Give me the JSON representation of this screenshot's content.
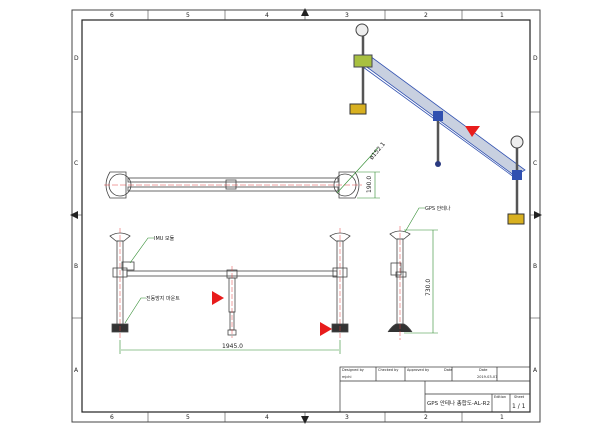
{
  "border": {
    "columns": [
      "6",
      "5",
      "4",
      "3",
      "2",
      "1"
    ],
    "rows": [
      "D",
      "C",
      "B",
      "A"
    ]
  },
  "annotations": {
    "imu": "IMU 모듈",
    "mount": "진동방지 마운트",
    "gps": "GPS 안테나",
    "diameter": "ø152.1",
    "width_dim": "190.0",
    "height_dim": "730.0",
    "length_dim": "1945.0"
  },
  "title_block": {
    "designed_by_label": "Designed by",
    "designed_by": "mjchi",
    "checked_by_label": "Checked by",
    "approved_by_label": "Approved by",
    "date_label": "Date",
    "date_label2": "Date",
    "date": "2019-03-07",
    "title": "GPS 안테나 총합도-AL-R2",
    "edition_label": "Edition",
    "sheet_label": "Sheet",
    "sheet": "1 / 1"
  },
  "colors": {
    "line": "#333333",
    "dim": "#2e8b2e",
    "center": "#e04040",
    "marker": "#e81c1c",
    "blue": "#3050b0",
    "green": "#a8c040",
    "yellow": "#d8b020"
  }
}
